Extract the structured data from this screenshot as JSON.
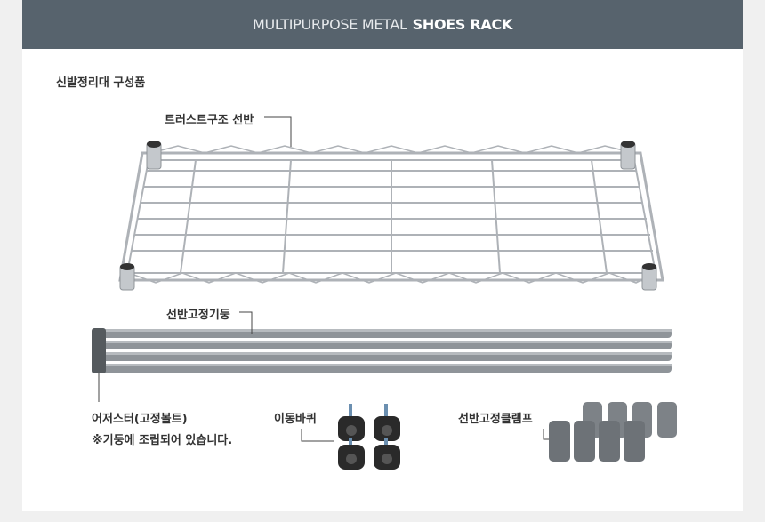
{
  "banner": {
    "title_light": "MULTIPURPOSE METAL",
    "title_bold": "SHOES RACK"
  },
  "section_title": "신발정리대 구성품",
  "parts": {
    "shelf_label": "트러스트구조 선반",
    "pole_label": "선반고정기둥",
    "adjuster_label": "어저스터(고정볼트)",
    "adjuster_note": "※기둥에 조립되어 있습니다.",
    "caster_label": "이동바퀴",
    "clamp_label": "선반고정클램프"
  },
  "colors": {
    "banner_bg": "#57636d",
    "wire": "#aeb2b7",
    "pole": "#8f9499",
    "clamp": "#7d8287",
    "caster": "#2a2a2a"
  }
}
